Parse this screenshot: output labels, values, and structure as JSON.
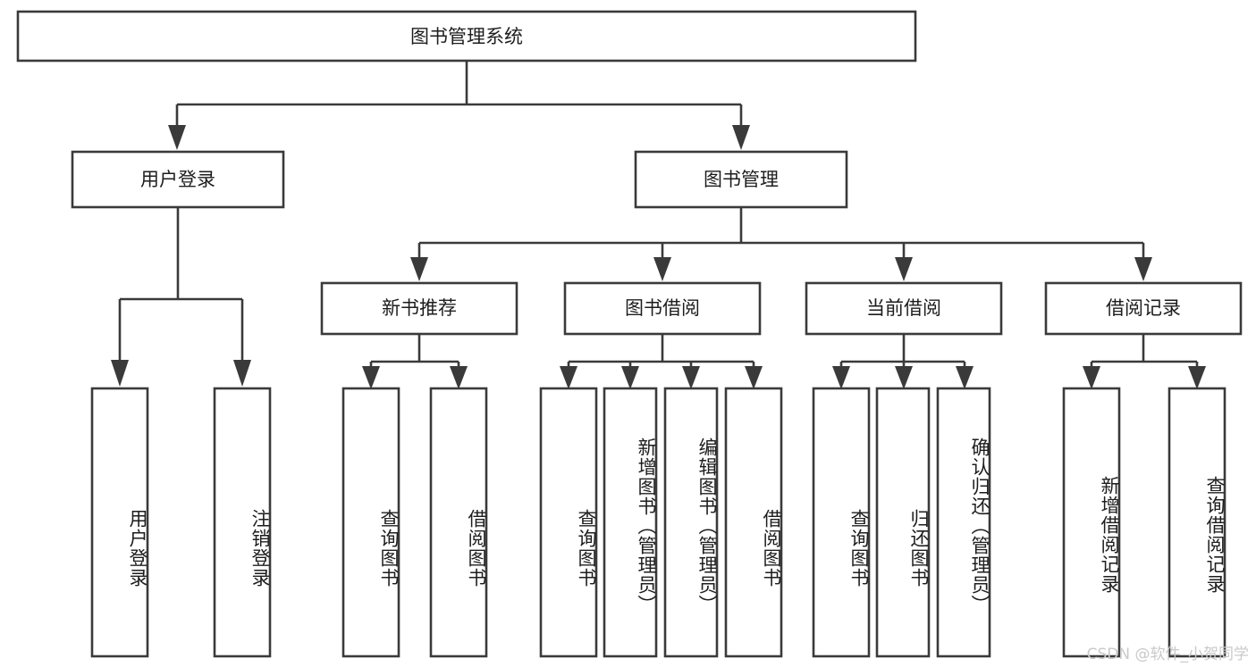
{
  "diagram": {
    "title": "图书管理系统",
    "type": "tree-hierarchy",
    "orientation": "top-down",
    "colors": {
      "stroke": "#3a3a3a",
      "fill": "#ffffff",
      "text": "#1d1d1d",
      "background": "#ffffff",
      "watermark": "#c9c9c9"
    },
    "root": {
      "label": "图书管理系统"
    },
    "level2": [
      {
        "id": "user-login",
        "label": "用户登录"
      },
      {
        "id": "book-manage",
        "label": "图书管理"
      }
    ],
    "level3": [
      {
        "id": "new-book-recommend",
        "label": "新书推荐",
        "parent": "book-manage"
      },
      {
        "id": "book-borrow",
        "label": "图书借阅",
        "parent": "book-manage"
      },
      {
        "id": "current-borrow",
        "label": "当前借阅",
        "parent": "book-manage"
      },
      {
        "id": "borrow-record",
        "label": "借阅记录",
        "parent": "book-manage"
      }
    ],
    "leaves": [
      {
        "id": "leaf-user-login",
        "label": "用户登录",
        "parent": "user-login"
      },
      {
        "id": "leaf-logout-login",
        "label": "注销登录",
        "parent": "user-login"
      },
      {
        "id": "leaf-query-book-1",
        "label": "查询图书",
        "parent": "new-book-recommend"
      },
      {
        "id": "leaf-borrow-book-1",
        "label": "借阅图书",
        "parent": "new-book-recommend"
      },
      {
        "id": "leaf-query-book-2",
        "label": "查询图书",
        "parent": "book-borrow"
      },
      {
        "id": "leaf-add-book",
        "label": "新增图书（管理员）",
        "parent": "book-borrow"
      },
      {
        "id": "leaf-edit-book",
        "label": "编辑图书（管理员）",
        "parent": "book-borrow"
      },
      {
        "id": "leaf-borrow-book-2",
        "label": "借阅图书",
        "parent": "book-borrow"
      },
      {
        "id": "leaf-query-book-3",
        "label": "查询图书",
        "parent": "current-borrow"
      },
      {
        "id": "leaf-return-book",
        "label": "归还图书",
        "parent": "current-borrow"
      },
      {
        "id": "leaf-confirm-return",
        "label": "确认归还（管理员）",
        "parent": "current-borrow"
      },
      {
        "id": "leaf-add-record",
        "label": "新增借阅记录",
        "parent": "borrow-record"
      },
      {
        "id": "leaf-query-record",
        "label": "查询借阅记录",
        "parent": "borrow-record"
      }
    ]
  },
  "watermark": {
    "text": "CSDN @软件_小贺同学"
  }
}
